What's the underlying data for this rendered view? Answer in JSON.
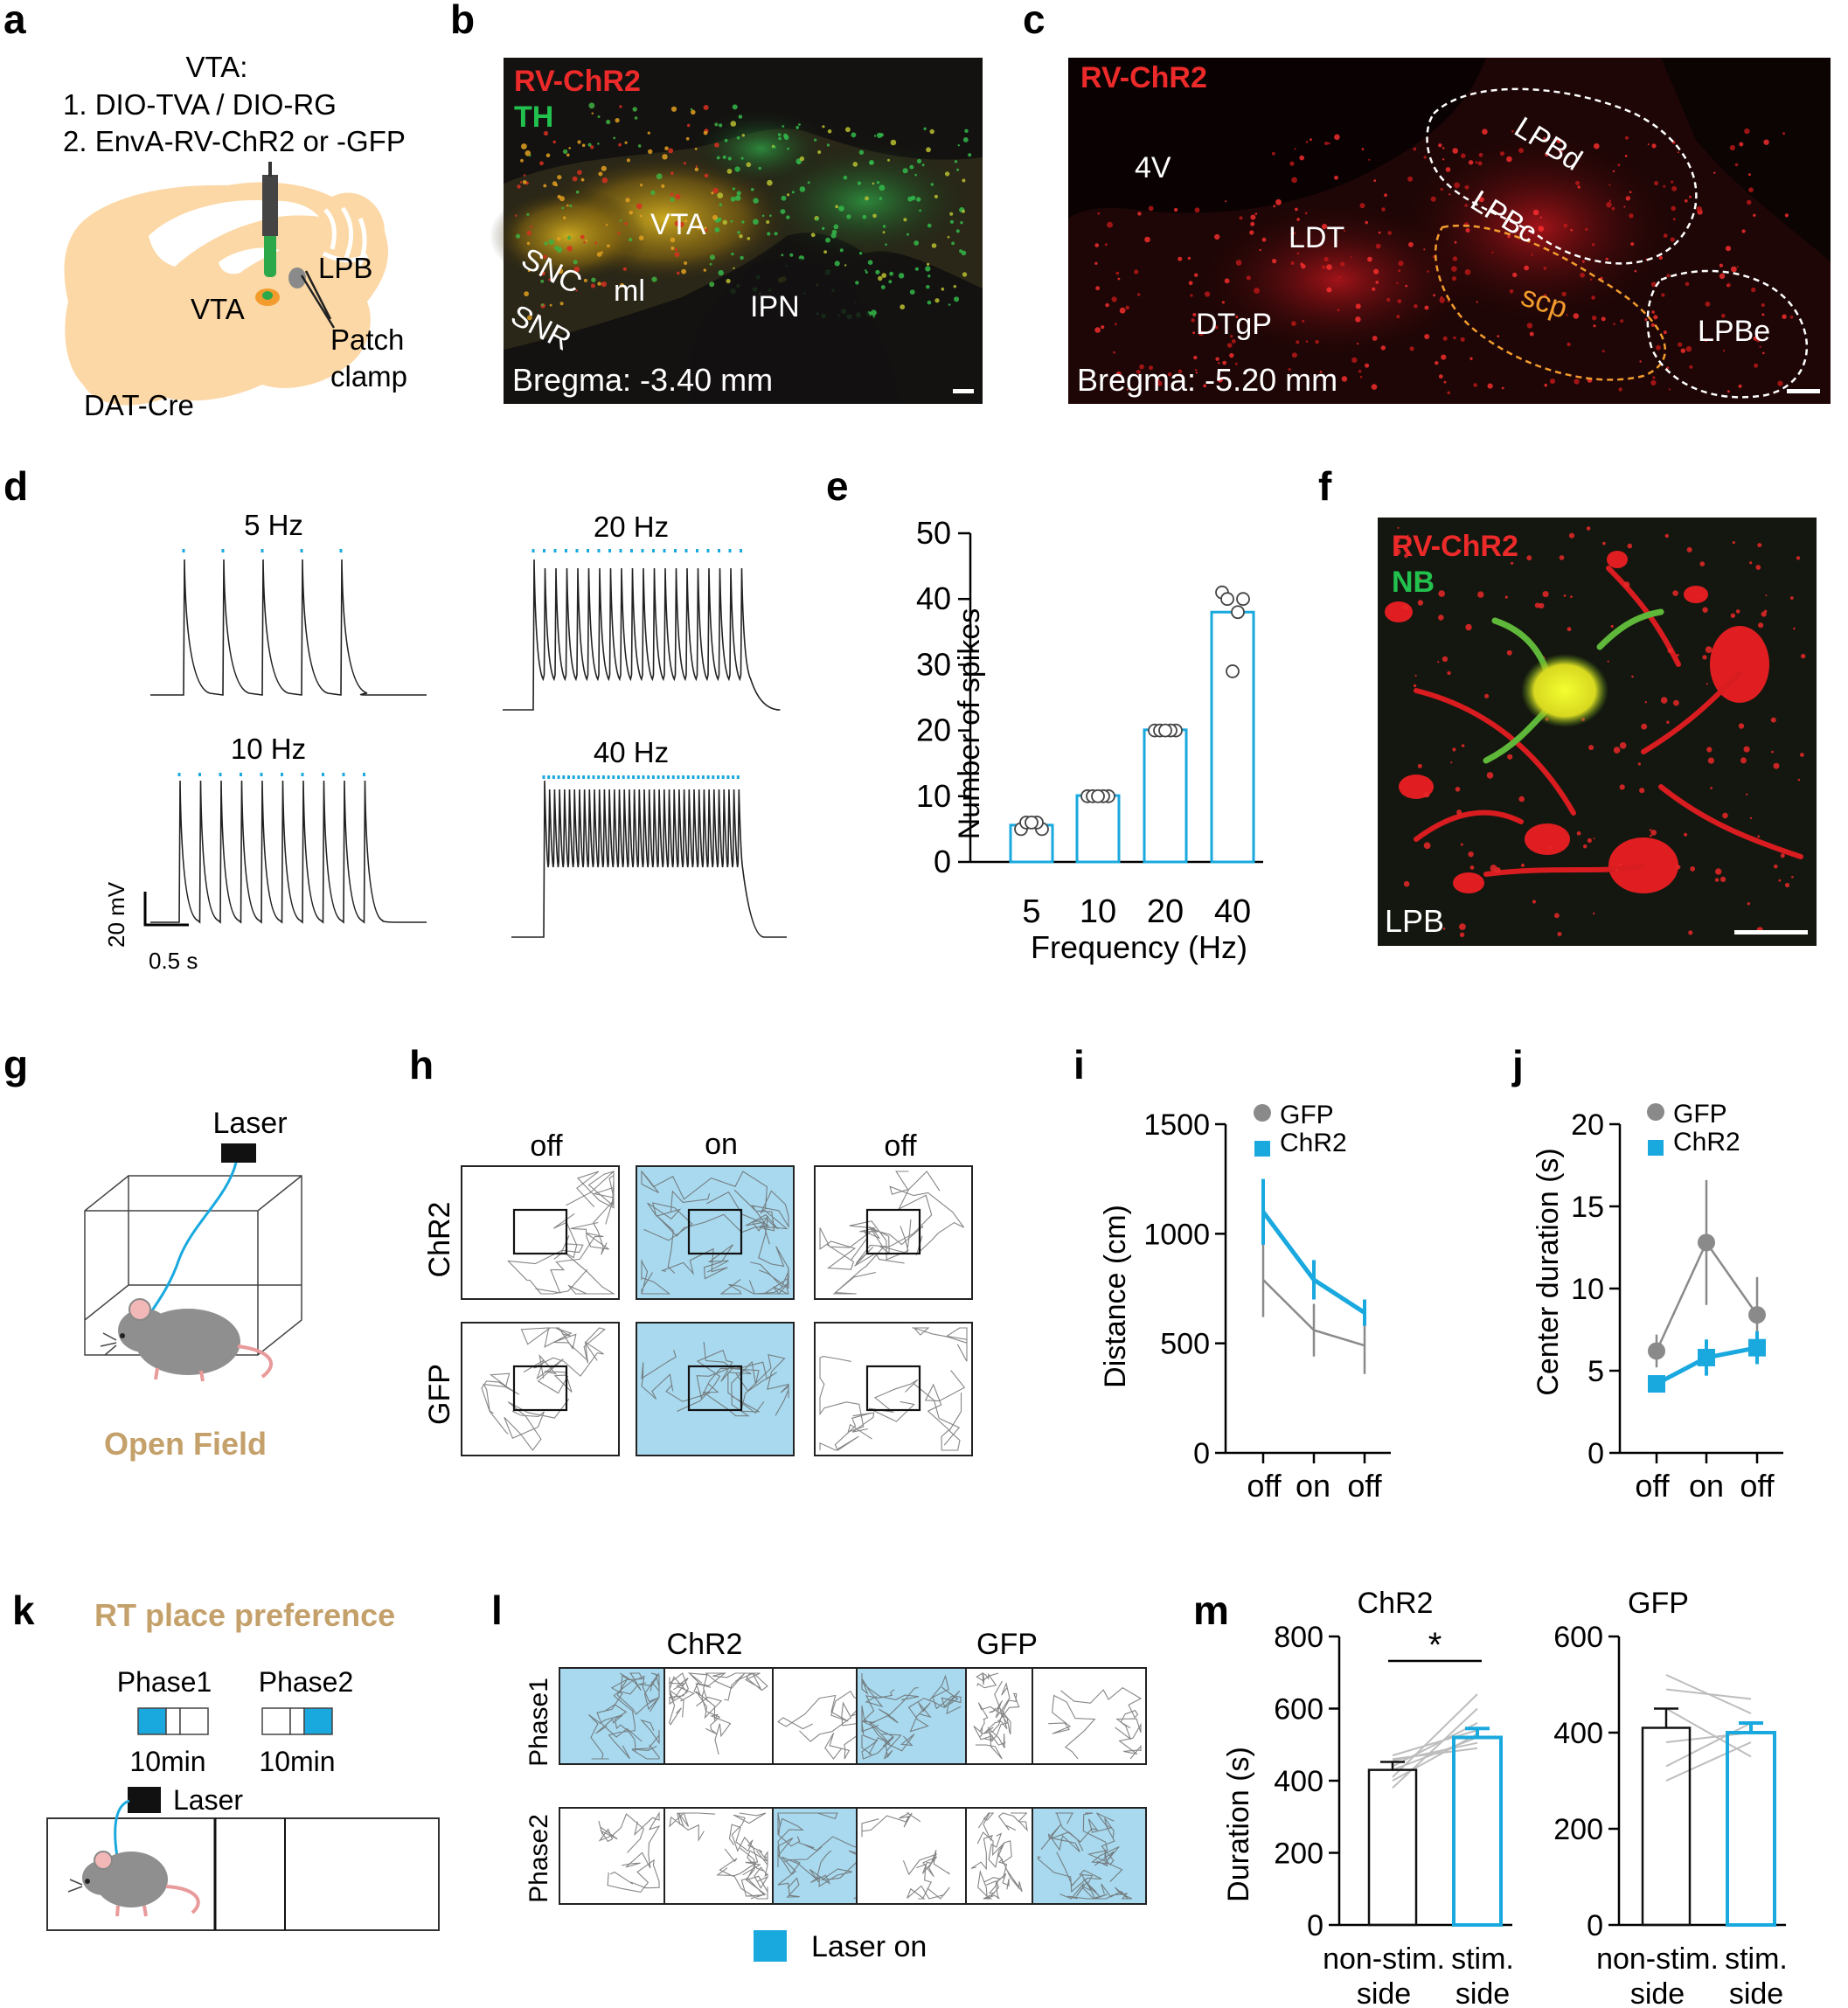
{
  "panel_letters": [
    "a",
    "b",
    "c",
    "d",
    "e",
    "f",
    "g",
    "h",
    "i",
    "j",
    "k",
    "l",
    "m"
  ],
  "colors": {
    "ink": "#1a1a1a",
    "grey": "#8a8a8a",
    "blue": "#1aa9de",
    "lightblue": "#a9d9ee",
    "red": "#e8262d",
    "green": "#22c14e",
    "orange": "#f39c2d",
    "tan": "#c4a06a",
    "brainTan": "#fcd8a6"
  },
  "a": {
    "title": "VTA:",
    "line1": "1. DIO-TVA / DIO-RG",
    "line2": "2. EnvA-RV-ChR2 or -GFP",
    "vta": "VTA",
    "lpb": "LPB",
    "patch1": "Patch",
    "patch2": "clamp",
    "mouse": "DAT-Cre"
  },
  "b": {
    "stain1": "RV-ChR2",
    "stain2": "TH",
    "labels": [
      "VTA",
      "SNC",
      "ml",
      "SNR",
      "IPN"
    ],
    "bregma": "Bregma: -3.40 mm"
  },
  "c": {
    "stain1": "RV-ChR2",
    "labels": [
      "4V",
      "LDT",
      "DTgP",
      "LPBd",
      "LPBc",
      "LPBe"
    ],
    "scp": "scp",
    "bregma": "Bregma: -5.20 mm"
  },
  "d": {
    "freqs": [
      "5 Hz",
      "20 Hz",
      "10 Hz",
      "40 Hz"
    ],
    "pulses": [
      5,
      20,
      10,
      40
    ],
    "scale_mv": "20 mV",
    "scale_s": "0.5 s"
  },
  "e": {
    "chart_data": {
      "type": "bar",
      "categories": [
        "5",
        "10",
        "20",
        "40"
      ],
      "values": [
        5.6,
        10.1,
        20.1,
        38.0
      ],
      "points": [
        [
          5,
          5,
          6,
          6,
          6
        ],
        [
          10,
          10,
          10,
          10,
          10
        ],
        [
          20,
          20,
          20,
          20,
          20
        ],
        [
          41,
          40,
          40,
          38,
          29
        ]
      ],
      "xlabel": "Frequency (Hz)",
      "ylabel": "Number of spikes",
      "ylim": [
        0,
        50
      ],
      "yticks": [
        0,
        10,
        20,
        30,
        40,
        50
      ]
    }
  },
  "f": {
    "stain1": "RV-ChR2",
    "stain2": "NB",
    "region": "LPB"
  },
  "g": {
    "laser": "Laser",
    "title": "Open Field"
  },
  "h": {
    "cols": [
      "off",
      "on",
      "off"
    ],
    "rows": [
      "ChR2",
      "GFP"
    ]
  },
  "i": {
    "chart_data": {
      "type": "line",
      "categories": [
        "off",
        "on",
        "off"
      ],
      "series": [
        {
          "name": "GFP",
          "values": [
            790,
            560,
            490
          ],
          "err": [
            170,
            120,
            130
          ]
        },
        {
          "name": "ChR2",
          "values": [
            1100,
            790,
            640
          ],
          "err": [
            150,
            90,
            60
          ]
        }
      ],
      "ylabel": "Distance (cm)",
      "ylim": [
        0,
        1500
      ],
      "yticks": [
        0,
        500,
        1000,
        1500
      ]
    }
  },
  "j": {
    "chart_data": {
      "type": "line",
      "categories": [
        "off",
        "on",
        "off"
      ],
      "series": [
        {
          "name": "GFP",
          "values": [
            6.2,
            12.8,
            8.4
          ],
          "err": [
            1.0,
            3.8,
            2.3
          ]
        },
        {
          "name": "ChR2",
          "values": [
            4.2,
            5.8,
            6.4
          ],
          "err": [
            0.5,
            1.1,
            1.0
          ]
        }
      ],
      "ylabel": "Center duration (s)",
      "ylim": [
        0,
        20
      ],
      "yticks": [
        0,
        5,
        10,
        15,
        20
      ]
    }
  },
  "k": {
    "title": "RT place preference",
    "phase1": "Phase1",
    "phase2": "Phase2",
    "dur1": "10min",
    "dur2": "10min",
    "laser": "Laser"
  },
  "l": {
    "cols": [
      "ChR2",
      "GFP"
    ],
    "rows": [
      "Phase1",
      "Phase2"
    ],
    "legend": "Laser on"
  },
  "m": {
    "chart_data": [
      {
        "type": "bar",
        "title": "ChR2",
        "categories": [
          "non-stim. side",
          "stim. side"
        ],
        "values": [
          430,
          520
        ],
        "err": [
          22,
          25
        ],
        "pairs": [
          [
            380,
            600
          ],
          [
            410,
            640
          ],
          [
            430,
            520
          ],
          [
            440,
            560
          ],
          [
            460,
            490
          ],
          [
            470,
            540
          ],
          [
            400,
            530
          ],
          [
            455,
            505
          ]
        ],
        "significance": "*",
        "ylabel": "Duration (s)",
        "ylim": [
          0,
          800
        ],
        "yticks": [
          0,
          200,
          400,
          600,
          800
        ]
      },
      {
        "type": "bar",
        "title": "GFP",
        "categories": [
          "non-stim. side",
          "stim. side"
        ],
        "values": [
          410,
          400
        ],
        "err": [
          40,
          20
        ],
        "pairs": [
          [
            520,
            440
          ],
          [
            490,
            470
          ],
          [
            450,
            350
          ],
          [
            380,
            400
          ],
          [
            330,
            420
          ],
          [
            300,
            380
          ]
        ],
        "ylim": [
          0,
          600
        ],
        "yticks": [
          0,
          200,
          400,
          600
        ]
      }
    ]
  }
}
